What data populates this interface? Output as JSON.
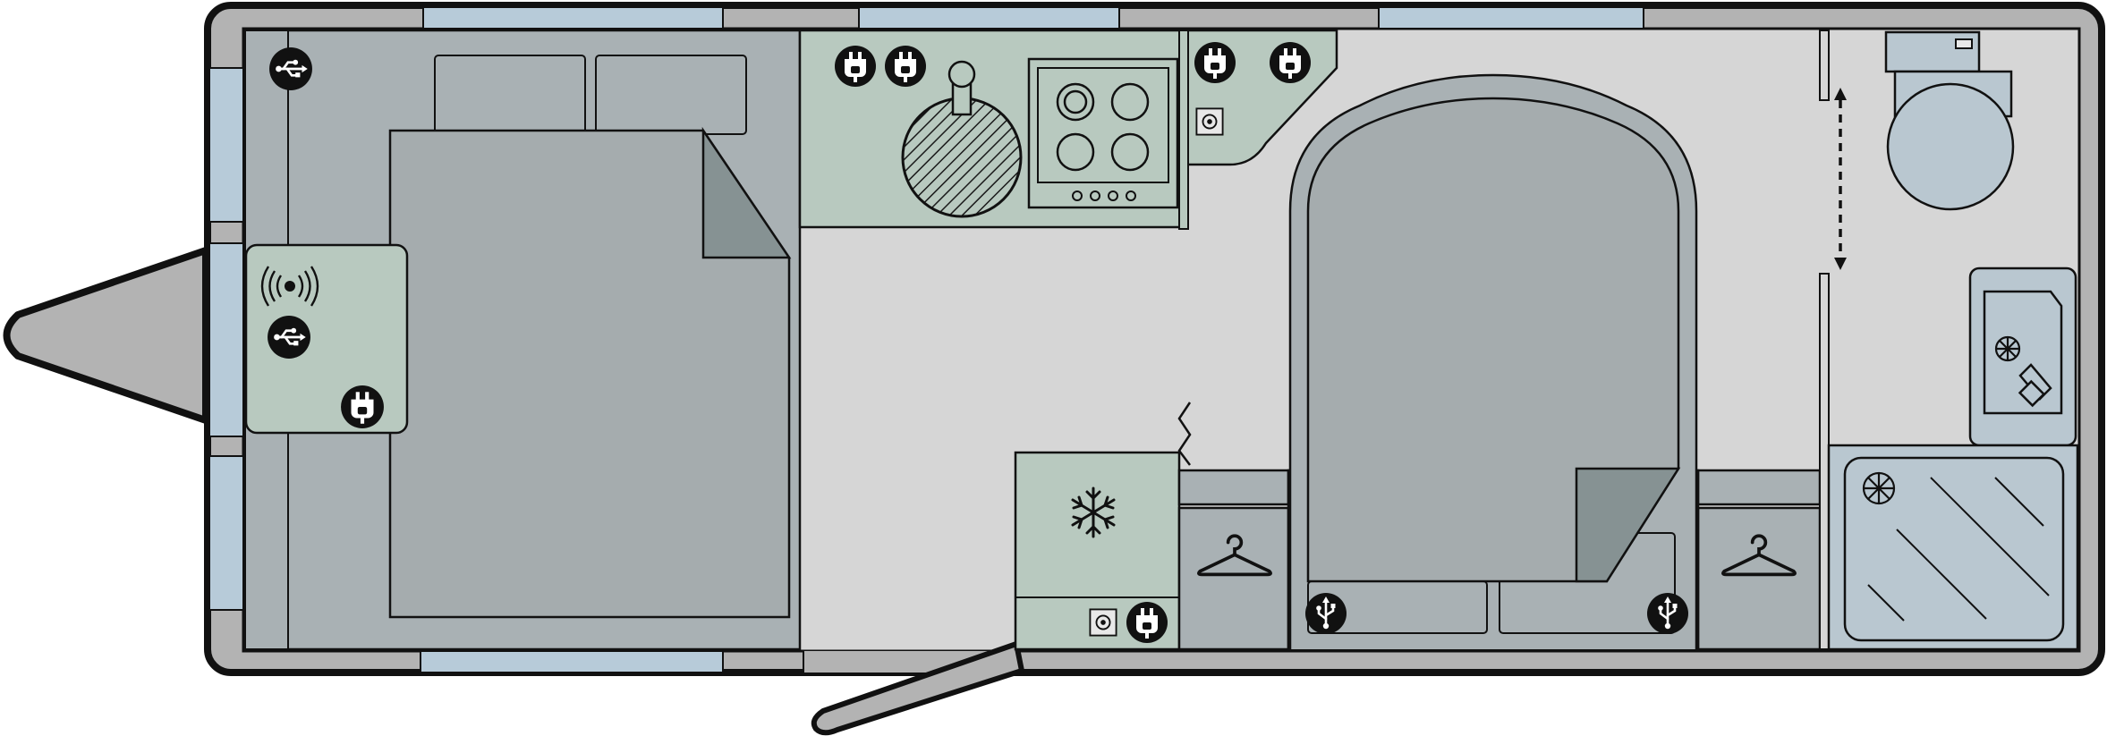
{
  "floorplan": {
    "colors": {
      "outline": "#111111",
      "shell": "#b3b3b3",
      "floor": "#d6d6d6",
      "bedroom": "#a9b1b4",
      "bed": "#a5acae",
      "bed_fold": "#869293",
      "seat": "#a7b0b3",
      "kitchen": "#b8c9bf",
      "window": "#b7cbd9",
      "washroom": "#b9c7d0",
      "icon_dark": "#1a1a1a"
    },
    "zones": [
      "a-frame",
      "entrance-door",
      "front-bedroom",
      "bed",
      "bedside-unit",
      "kitchen",
      "hob",
      "sink",
      "fridge",
      "rear-lounge",
      "wardrobe-left",
      "wardrobe-right",
      "washroom",
      "toilet",
      "washbasin",
      "shower",
      "sliding-door"
    ],
    "icons": {
      "usb_sockets": 2,
      "usb_a_sockets": 2,
      "mains_sockets": 6,
      "wireless_charger": 1,
      "tv_points": 2,
      "wardrobe_hangers": 2,
      "fridge_snowflake": 1
    }
  }
}
